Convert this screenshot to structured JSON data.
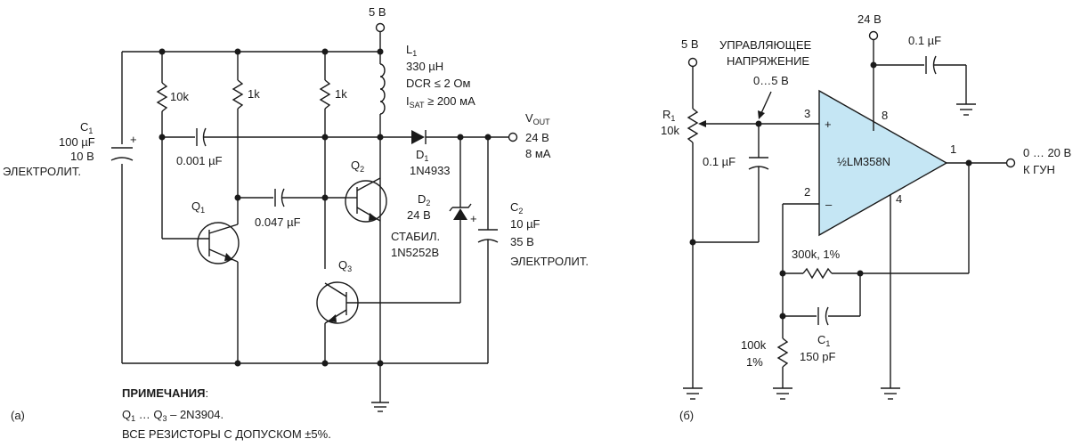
{
  "circuit_a": {
    "panel_label": "(a)",
    "supply": "5 В",
    "L1": {
      "ref": "L",
      "ref_sub": "1",
      "value": "330 µH",
      "dcr": "DCR ≤ 2 Ом",
      "isat_pre": "I",
      "isat_sub": "SAT",
      "isat_post": " ≥ 200 мА"
    },
    "C1": {
      "ref": "C",
      "ref_sub": "1",
      "value": "100 µF",
      "voltage": "10 В",
      "type": "ЭЛЕКТРОЛИТ."
    },
    "R_10k": "10k",
    "R_1k_a": "1k",
    "R_1k_b": "1k",
    "C_0001": "0.001 µF",
    "C_0047": "0.047 µF",
    "Q1": {
      "ref": "Q",
      "ref_sub": "1"
    },
    "Q2": {
      "ref": "Q",
      "ref_sub": "2"
    },
    "Q3": {
      "ref": "Q",
      "ref_sub": "3"
    },
    "D1": {
      "ref": "D",
      "ref_sub": "1",
      "part": "1N4933"
    },
    "D2": {
      "ref": "D",
      "ref_sub": "2",
      "voltage": "24 В",
      "type": "СТАБИЛ.",
      "part": "1N5252B"
    },
    "C2": {
      "ref": "C",
      "ref_sub": "2",
      "value": "10 µF",
      "voltage": "35 В",
      "type": "ЭЛЕКТРОЛИТ."
    },
    "vout": {
      "pre": "V",
      "sub": "OUT",
      "voltage": "24 В",
      "current": "8 мА"
    },
    "plus": "+",
    "notes": {
      "title": "ПРИМЕЧАНИЯ",
      "colon": ":",
      "line1_q": "Q",
      "line1_s1": "1",
      "line1_mid": " … Q",
      "line1_s2": "3",
      "line1_end": " – 2N3904.",
      "line2": "ВСЕ РЕЗИСТОРЫ С ДОПУСКОМ ±5%."
    }
  },
  "circuit_b": {
    "panel_label": "(б)",
    "supply_5v": "5 В",
    "supply_24v": "24 В",
    "control_line1": "УПРАВЛЯЮЩЕЕ",
    "control_line2": "НАПРЯЖЕНИЕ",
    "control_range": "0…5 В",
    "R1": {
      "ref": "R",
      "ref_sub": "1",
      "value": "10k"
    },
    "C_in": "0.1 µF",
    "C_top": "0.1 µF",
    "opamp": "½LM358N",
    "pin3": "3",
    "pin2": "2",
    "pin8": "8",
    "pin4": "4",
    "pin1": "1",
    "in_plus": "+",
    "in_minus": "–",
    "R_fb": "300k, 1%",
    "C1": {
      "ref": "C",
      "ref_sub": "1",
      "value": "150 pF"
    },
    "R_100k": {
      "value": "100k",
      "tol": "1%"
    },
    "output": {
      "range": "0 … 20 В",
      "dest": "К ГУН"
    }
  },
  "colors": {
    "opamp_fill": "#c5e6f4",
    "line": "#1a1a1a"
  }
}
